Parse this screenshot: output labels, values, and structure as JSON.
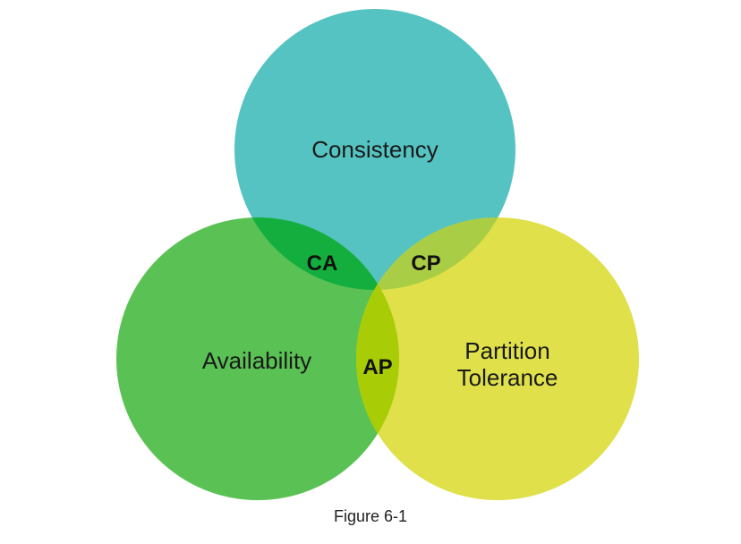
{
  "circles": {
    "consistency": {
      "label": "Consistency",
      "color": "#55c3c1"
    },
    "availability": {
      "label": "Availability",
      "color": "#5ac154"
    },
    "partition": {
      "label_line1": "Partition",
      "label_line2": "Tolerance",
      "color": "#dfe04a"
    }
  },
  "overlaps": {
    "ca": {
      "label": "CA",
      "color": "#14ae3f"
    },
    "cp": {
      "label": "CP",
      "color": "#a9cd44"
    },
    "ap": {
      "label": "AP",
      "color": "#a8cc06"
    }
  },
  "caption": "Figure 6-1"
}
